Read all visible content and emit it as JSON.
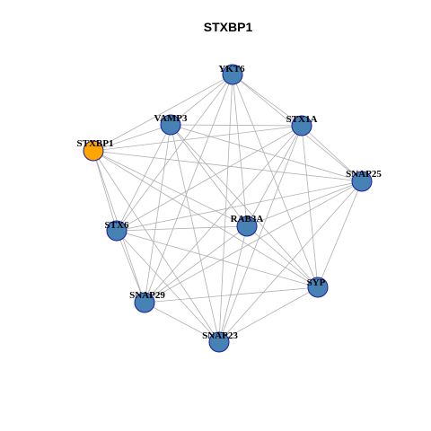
{
  "title": "STXBP1",
  "colors": {
    "hub_fill": "#FFA500",
    "node_fill": "#4682B4",
    "node_stroke": "#1A1AA6",
    "edge": "#B0B0B0"
  },
  "nodes": [
    {
      "id": "YKT6",
      "label": "YKT6",
      "hub": false
    },
    {
      "id": "VAMP3",
      "label": "VAMP3",
      "hub": false
    },
    {
      "id": "STX1A",
      "label": "STX1A",
      "hub": false
    },
    {
      "id": "STXBP1",
      "label": "STXBP1",
      "hub": true
    },
    {
      "id": "SNAP25",
      "label": "SNAP25",
      "hub": false
    },
    {
      "id": "STX6",
      "label": "STX6",
      "hub": false
    },
    {
      "id": "RAB3A",
      "label": "RAB3A",
      "hub": false
    },
    {
      "id": "SYP",
      "label": "SYP",
      "hub": false
    },
    {
      "id": "SNAP29",
      "label": "SNAP29",
      "hub": false
    },
    {
      "id": "SNAP23",
      "label": "SNAP23",
      "hub": false
    }
  ],
  "edges": [
    [
      "YKT6",
      "VAMP3"
    ],
    [
      "YKT6",
      "STX1A"
    ],
    [
      "YKT6",
      "STXBP1"
    ],
    [
      "YKT6",
      "SNAP25"
    ],
    [
      "YKT6",
      "STX6"
    ],
    [
      "YKT6",
      "RAB3A"
    ],
    [
      "YKT6",
      "SYP"
    ],
    [
      "YKT6",
      "SNAP29"
    ],
    [
      "YKT6",
      "SNAP23"
    ],
    [
      "VAMP3",
      "STX1A"
    ],
    [
      "VAMP3",
      "STXBP1"
    ],
    [
      "VAMP3",
      "SNAP25"
    ],
    [
      "VAMP3",
      "STX6"
    ],
    [
      "VAMP3",
      "RAB3A"
    ],
    [
      "VAMP3",
      "SYP"
    ],
    [
      "VAMP3",
      "SNAP29"
    ],
    [
      "VAMP3",
      "SNAP23"
    ],
    [
      "STX1A",
      "STXBP1"
    ],
    [
      "STX1A",
      "SNAP25"
    ],
    [
      "STX1A",
      "STX6"
    ],
    [
      "STX1A",
      "RAB3A"
    ],
    [
      "STX1A",
      "SYP"
    ],
    [
      "STX1A",
      "SNAP29"
    ],
    [
      "STX1A",
      "SNAP23"
    ],
    [
      "STXBP1",
      "SNAP25"
    ],
    [
      "STXBP1",
      "STX6"
    ],
    [
      "STXBP1",
      "RAB3A"
    ],
    [
      "STXBP1",
      "SYP"
    ],
    [
      "STXBP1",
      "SNAP29"
    ],
    [
      "STXBP1",
      "SNAP23"
    ],
    [
      "SNAP25",
      "STX6"
    ],
    [
      "SNAP25",
      "RAB3A"
    ],
    [
      "SNAP25",
      "SYP"
    ],
    [
      "SNAP25",
      "SNAP29"
    ],
    [
      "SNAP25",
      "SNAP23"
    ],
    [
      "STX6",
      "RAB3A"
    ],
    [
      "STX6",
      "SYP"
    ],
    [
      "STX6",
      "SNAP29"
    ],
    [
      "STX6",
      "SNAP23"
    ],
    [
      "RAB3A",
      "SYP"
    ],
    [
      "RAB3A",
      "SNAP29"
    ],
    [
      "RAB3A",
      "SNAP23"
    ],
    [
      "SYP",
      "SNAP29"
    ],
    [
      "SYP",
      "SNAP23"
    ],
    [
      "SNAP29",
      "SNAP23"
    ]
  ]
}
